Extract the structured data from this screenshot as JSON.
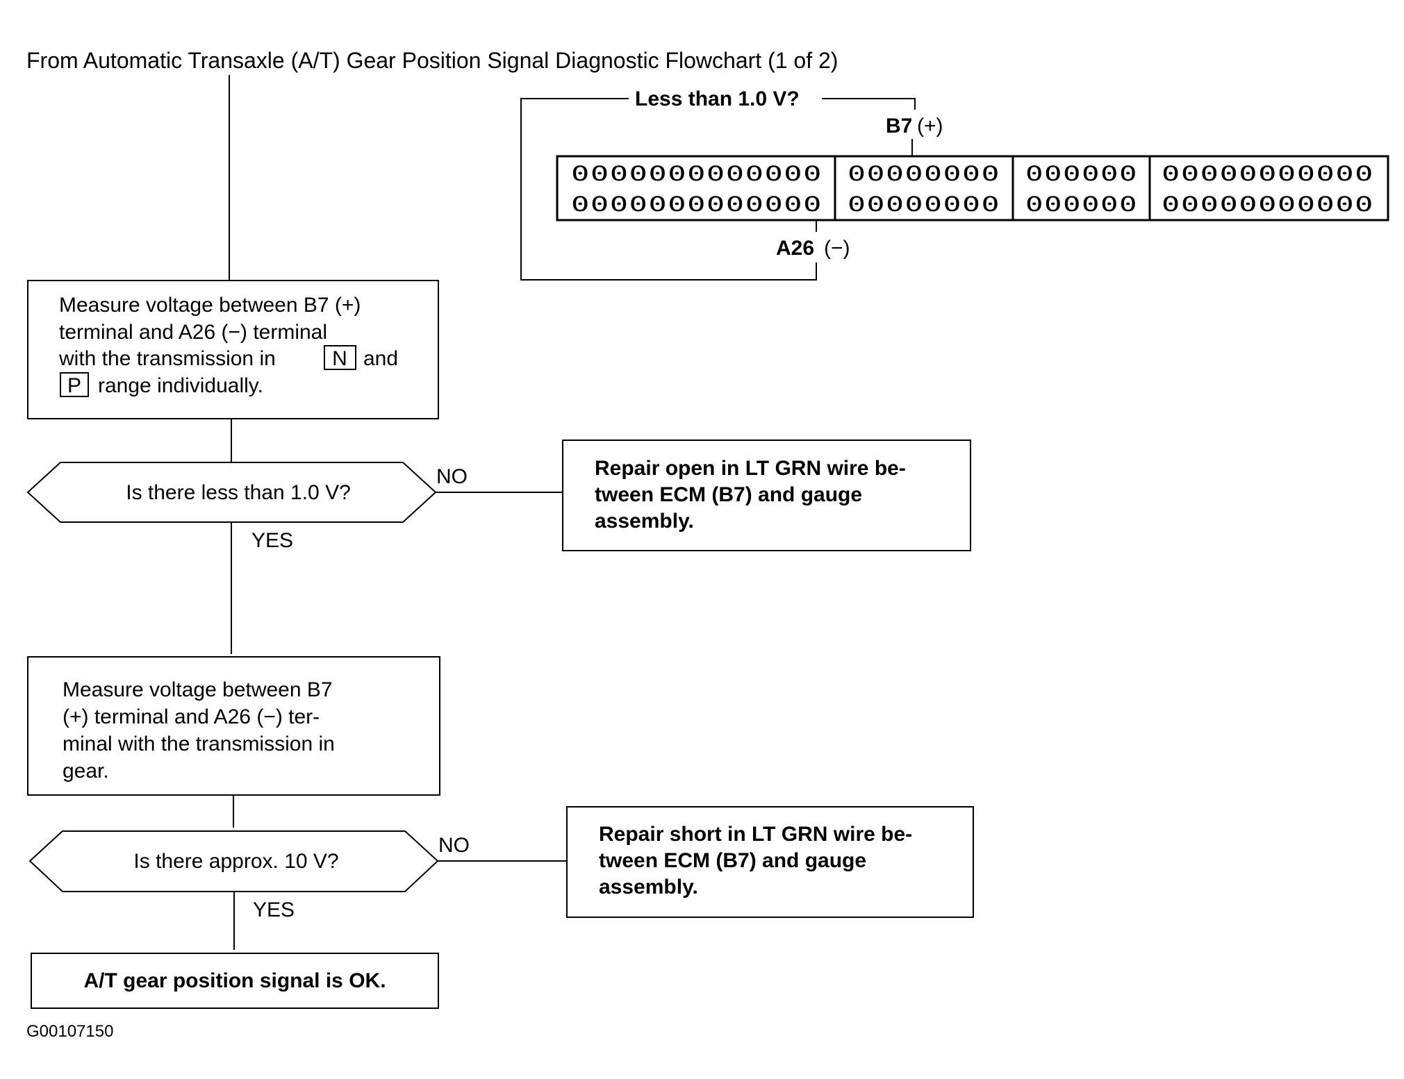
{
  "header": {
    "title": "From Automatic Transaxle (A/T) Gear Position Signal Diagnostic Flowchart (1 of 2)"
  },
  "connector": {
    "question": "Less than 1.0 V?",
    "positive_terminal": "B7",
    "positive_sign": "(+)",
    "negative_terminal": "A26",
    "negative_sign": "(−)",
    "blocks": [
      {
        "top": "0000000000000",
        "bottom": "0000000000000"
      },
      {
        "top": "00000000",
        "bottom": "00000000"
      },
      {
        "top": "000000",
        "bottom": "000000"
      },
      {
        "top": "00000000000",
        "bottom": "00000000000"
      }
    ]
  },
  "step1": {
    "lines": [
      "Measure voltage between B7 (+)",
      "terminal  and  A26  (−)  terminal",
      "with the transmission in",
      "range individually."
    ],
    "range_n": "N",
    "range_n_after": "and",
    "range_p": "P"
  },
  "decision1": {
    "question": "Is there less than 1.0 V?",
    "no_label": "NO",
    "yes_label": "YES"
  },
  "repair1": {
    "lines": [
      "Repair open in LT GRN wire be-",
      "tween   ECM   (B7)   and   gauge",
      "assembly."
    ]
  },
  "step2": {
    "lines": [
      "Measure   voltage   between   B7",
      "(+)  terminal  and  A26  (−)  ter-",
      "minal  with  the  transmission  in",
      "gear."
    ]
  },
  "decision2": {
    "question": "Is there approx. 10 V?",
    "no_label": "NO",
    "yes_label": "YES"
  },
  "repair2": {
    "lines": [
      "Repair short in LT GRN wire be-",
      "tween   ECM   (B7)   and   gauge",
      "assembly."
    ]
  },
  "result": {
    "text": "A/T gear position signal is OK."
  },
  "figure_id": "G00107150"
}
